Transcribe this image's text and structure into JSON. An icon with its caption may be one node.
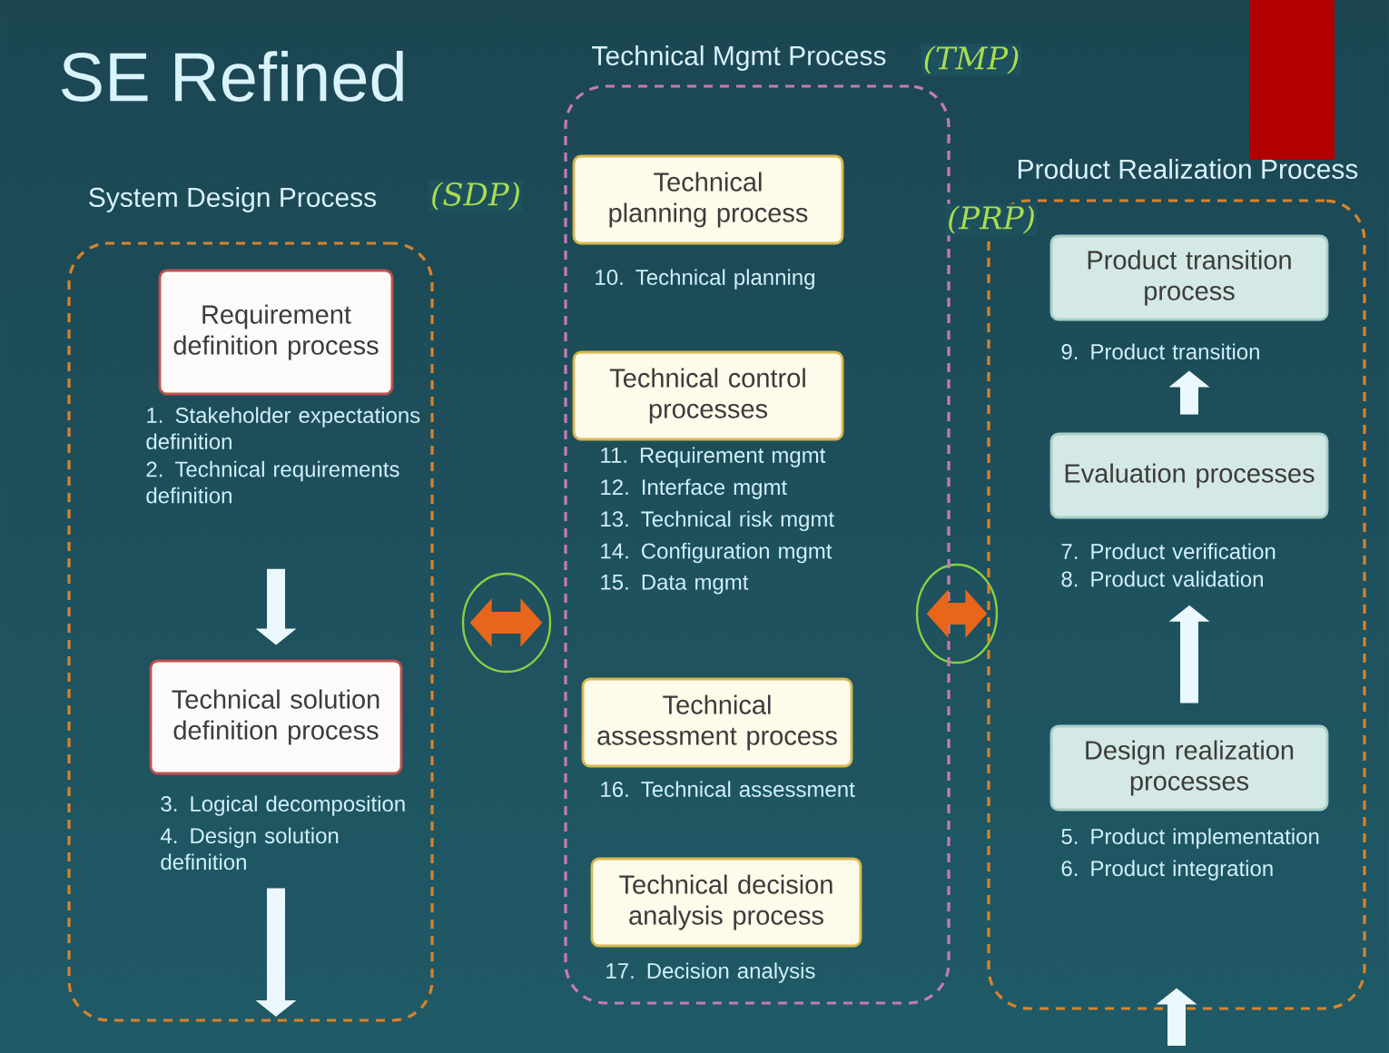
{
  "diagram": {
    "title": "SE Refined",
    "nodes": [
      {
        "text": [
          "System Design Process"
        ],
        "beside": [
          "(SDP)"
        ]
      },
      {
        "text": [
          "Requirement definition process"
        ],
        "in": 0,
        "beside": [
          "1. Stakeholder expectations definition",
          "2. Technical requirements definition"
        ]
      },
      {
        "text": [
          "Technical solution definition process"
        ],
        "in": 0,
        "beside": [
          "3. Logical decomposition",
          "4. Design solution definition"
        ]
      },
      {
        "text": [
          "Technical Mgmt Process"
        ],
        "beside": [
          "(TMP)"
        ]
      },
      {
        "text": [
          "Technical planning process"
        ],
        "in": 3,
        "beside": [
          "10. Technical planning"
        ]
      },
      {
        "text": [
          "Technical control processes"
        ],
        "in": 3,
        "beside": [
          "11. Requirement mgmt",
          "12. Interface mgmt",
          "13. Technical risk mgmt",
          "14. Configuration mgmt",
          "15. Data mgmt"
        ]
      },
      {
        "text": [
          "Technical assessment process"
        ],
        "in": 3,
        "beside": [
          "16. Technical assessment"
        ]
      },
      {
        "text": [
          "Technical decision analysis process"
        ],
        "in": 3,
        "beside": [
          "17. Decision analysis"
        ]
      },
      {
        "text": [
          "Product Realization Process"
        ],
        "beside": [
          "(PRP)"
        ]
      },
      {
        "text": [
          "Product transition process"
        ],
        "in": 8,
        "beside": [
          "9. Product transition"
        ]
      },
      {
        "text": [
          "Evaluation processes"
        ],
        "in": 8,
        "beside": [
          "7. Product verification",
          "8. Product validation"
        ]
      },
      {
        "text": [
          "Design realization processes"
        ],
        "in": 8,
        "beside": [
          "5. Product implementation",
          "6. Product integration"
        ]
      }
    ],
    "edges": [
      {
        "from": 1,
        "to": 2,
        "arrow": "to"
      },
      {
        "from": 2,
        "to": null,
        "arrow": "to"
      },
      {
        "from": 0,
        "to": 3,
        "arrow": "both",
        "color": "#e8661c"
      },
      {
        "from": 3,
        "to": 8,
        "arrow": "both",
        "color": "#e8661c"
      },
      {
        "from": 11,
        "to": 10,
        "arrow": "to"
      },
      {
        "from": 10,
        "to": 9,
        "arrow": "to"
      },
      {
        "from": null,
        "to": 8,
        "arrow": "to"
      }
    ]
  }
}
